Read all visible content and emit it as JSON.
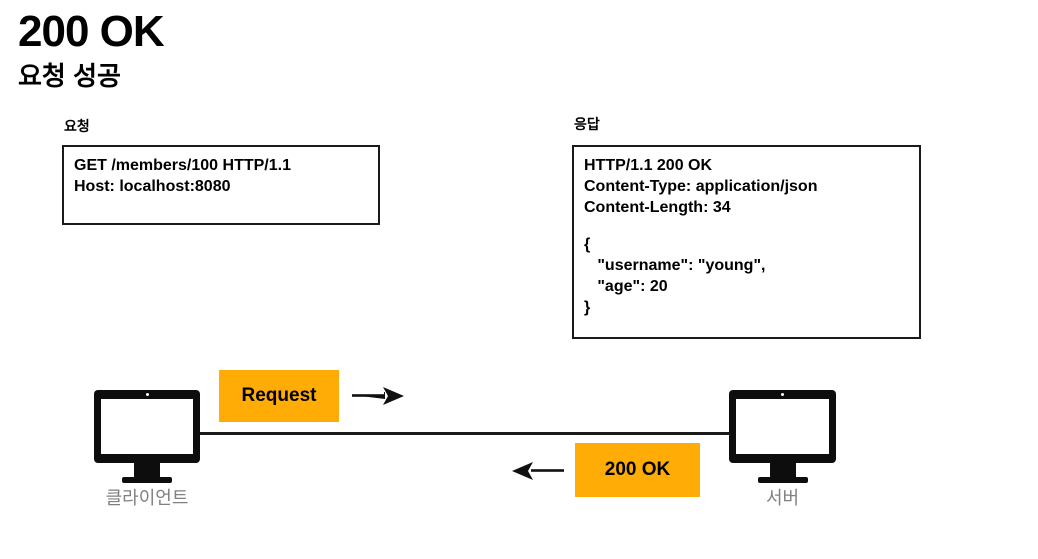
{
  "slide": {
    "title": "200 OK",
    "subtitle": "요청 성공"
  },
  "request_panel": {
    "caption": "요청",
    "lines": [
      "GET /members/100 HTTP/1.1",
      "Host: localhost:8080"
    ]
  },
  "response_panel": {
    "caption": "응답",
    "lines": [
      "HTTP/1.1 200 OK",
      "Content-Type: application/json",
      "Content-Length: 34",
      "",
      "{",
      "   \"username\": \"young\",",
      "   \"age\": 20",
      "}"
    ]
  },
  "diagram": {
    "client": {
      "label": "클라이언트",
      "icon": "monitor-icon"
    },
    "server": {
      "label": "서버",
      "icon": "monitor-icon"
    },
    "request_badge": {
      "label": "Request",
      "arrow": "arrow-right-icon"
    },
    "response_badge": {
      "label": "200 OK",
      "arrow": "arrow-left-icon"
    }
  },
  "colors": {
    "accent_orange": "#FFAC07",
    "ink": "#000000",
    "label_gray": "#808080",
    "background": "#FFFFFF"
  }
}
